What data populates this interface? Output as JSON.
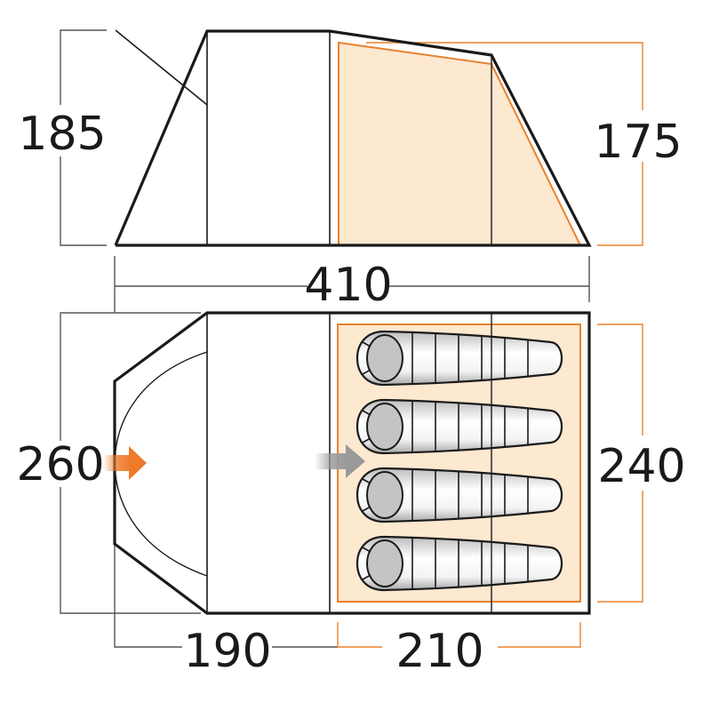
{
  "diagram": {
    "subject": "tent floor plan and side elevation",
    "colors": {
      "outline": "#1a1a1a",
      "dim_line": "#555555",
      "accent_orange": "#e8822e",
      "inner_fill": "#fde8d0",
      "arrow_orange": "#ee7a2a",
      "arrow_grey": "#9a9a9a",
      "bag_head": "#c4c4c4"
    },
    "side_view": {
      "total_height_label": "185",
      "inner_height_label": "175"
    },
    "overall_length_label": "410",
    "plan_view": {
      "total_width_label": "260",
      "inner_width_label": "240",
      "porch_length_label": "190",
      "inner_length_label": "210",
      "sleeping_bags": [
        {
          "id": 1
        },
        {
          "id": 2
        },
        {
          "id": 3
        },
        {
          "id": 4
        }
      ],
      "entrance_arrows": [
        {
          "name": "outer-entrance",
          "color": "orange"
        },
        {
          "name": "inner-entrance",
          "color": "grey"
        }
      ]
    }
  }
}
